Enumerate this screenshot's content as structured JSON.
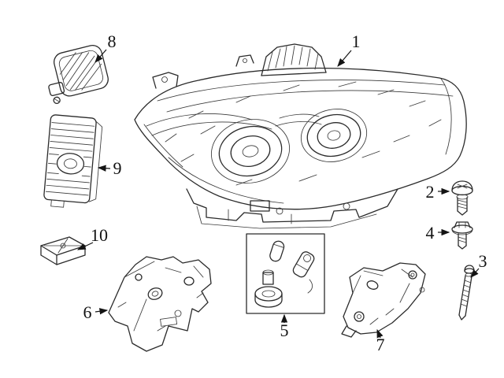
{
  "colors": {
    "background": "#ffffff",
    "line": "#2b2b2b",
    "label": "#121212"
  },
  "callouts": [
    {
      "label": "1"
    },
    {
      "label": "2"
    },
    {
      "label": "3"
    },
    {
      "label": "4"
    },
    {
      "label": "5"
    },
    {
      "label": "6"
    },
    {
      "label": "7"
    },
    {
      "label": "8"
    },
    {
      "label": "9"
    },
    {
      "label": "10"
    }
  ]
}
